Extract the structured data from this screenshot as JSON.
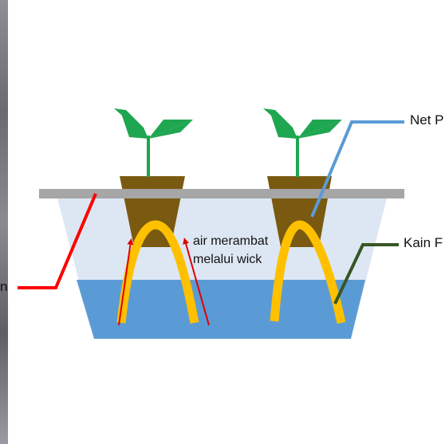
{
  "labels": {
    "net_pot": "Net P",
    "kain_flanel": "Kain F",
    "left_partial": "n",
    "wick_note_line1": "air merambat",
    "wick_note_line2": "melalui wick"
  },
  "colors": {
    "lid": "#a6a6a6",
    "container": "#dde7f3",
    "water": "#5b9bd5",
    "pot": "#7a5a10",
    "wick": "#ffc000",
    "leaf": "#1fa650",
    "stem": "#1fa650",
    "pointer_left": "#ff0000",
    "pointer_net_pot": "#5b9bd5",
    "pointer_kain": "#375623",
    "arrow": "#e00000"
  }
}
